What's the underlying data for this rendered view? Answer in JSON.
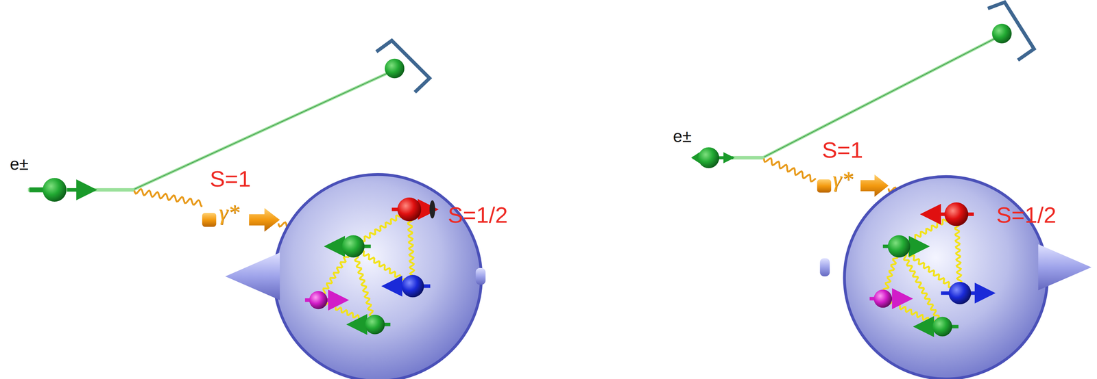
{
  "diagram": {
    "labels": [
      "e±",
      "S=1",
      "γ*",
      "S=1/2",
      "e±",
      "S=1",
      "γ*",
      "S=1/2"
    ]
  }
}
